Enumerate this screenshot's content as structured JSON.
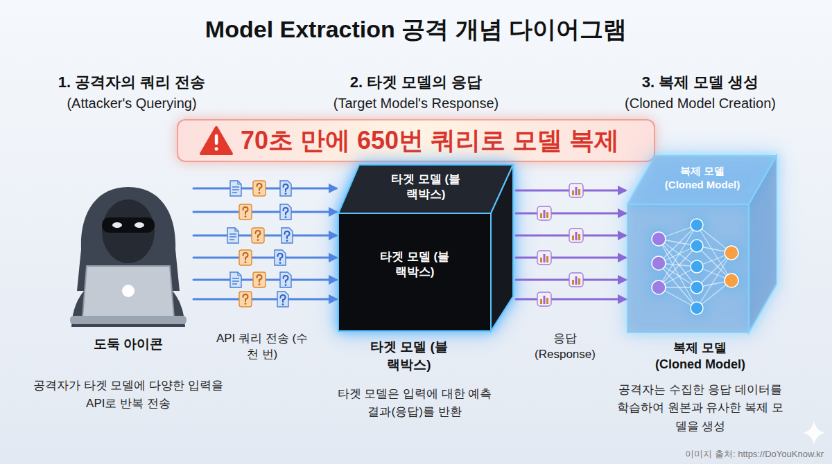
{
  "diagram": {
    "title": "Model Extraction 공격 개념 다이어그램",
    "nodes": [
      {
        "text": [
          "70초 만에 650번 쿼리로 모델 복제"
        ]
      },
      {
        "text": [
          "도둑 아이콘",
          "공격자가 타겟 모델에 다양한 입력을 API로 반복 전송"
        ]
      },
      {
        "text": [
          "타겟 모델 (블랙박스)",
          "타겟 모델 (블랙박스)",
          "타겟 모델 (블랙박스)",
          "타겟 모델은 입력에 대한 예측 결과(응답)를 반환"
        ]
      },
      {
        "text": [
          "복제 모델 (Cloned Model)",
          "복제 모델 (Cloned Model)",
          "공격자는 수집한 응답 데이터를 학습하여 원본과 유사한 복제 모델을 생성"
        ]
      }
    ],
    "edges": [
      {
        "from": 1,
        "to": 2,
        "arrow": "to"
      },
      {
        "from": 1,
        "to": 2,
        "arrow": "to"
      },
      {
        "from": 1,
        "to": 2,
        "arrow": "to"
      },
      {
        "from": 1,
        "to": 2,
        "arrow": "to"
      },
      {
        "from": 1,
        "to": 2,
        "arrow": "to"
      },
      {
        "from": 1,
        "to": 2,
        "arrow": "to"
      },
      {
        "from": 2,
        "to": 3,
        "arrow": "to"
      },
      {
        "from": 2,
        "to": 3,
        "arrow": "to"
      },
      {
        "from": 2,
        "to": 3,
        "arrow": "to"
      },
      {
        "from": 2,
        "to": 3,
        "arrow": "to"
      },
      {
        "from": 2,
        "to": 3,
        "arrow": "to"
      },
      {
        "from": 2,
        "to": 3,
        "arrow": "to"
      }
    ],
    "labels": [
      "1. 공격자의 쿼리 전송",
      "(Attacker's Querying)",
      "2. 타겟 모델의 응답",
      "(Target Model's Response)",
      "3. 복제 모델 생성",
      "(Cloned Model Creation)",
      "API 쿼리 전송 (수천 번)",
      "응답 (Response)",
      "이미지 출처: https://DoYouKnow.kr"
    ]
  }
}
